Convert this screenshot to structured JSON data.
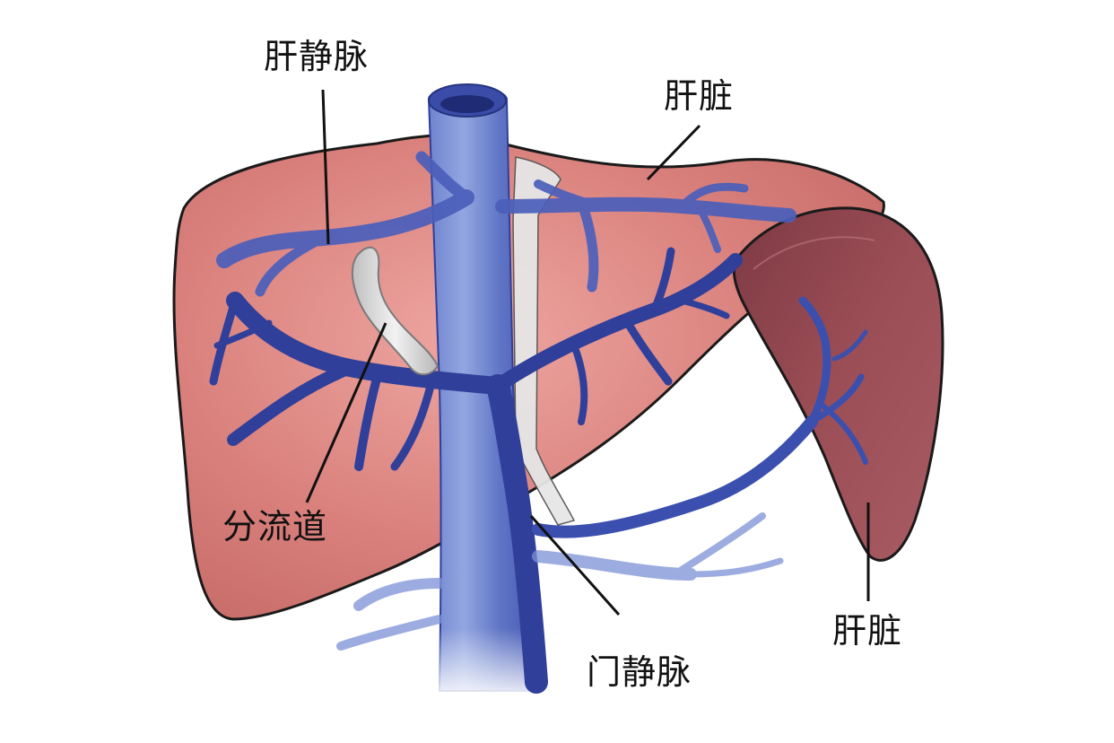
{
  "labels": {
    "hepatic_vein": "肝静脉",
    "liver_top": "肝脏",
    "shunt": "分流道",
    "portal_vein": "门静脉",
    "liver_right": "肝脏"
  },
  "colors": {
    "liver": "#d9807c",
    "liver_highlight": "#e8a09a",
    "liver_edge": "#1a1a1a",
    "spleen": "#9c4e56",
    "spleen_dark": "#7e3a44",
    "vein_dark": "#2f3f9a",
    "vein_mid": "#5a6fc4",
    "vein_light": "#8fa3de",
    "shunt": "#d8d8d8",
    "ligament": "#e4e4e4"
  },
  "icons": {
    "ivc": "inferior-vena-cava-tube",
    "shunt": "shunt-tube"
  }
}
